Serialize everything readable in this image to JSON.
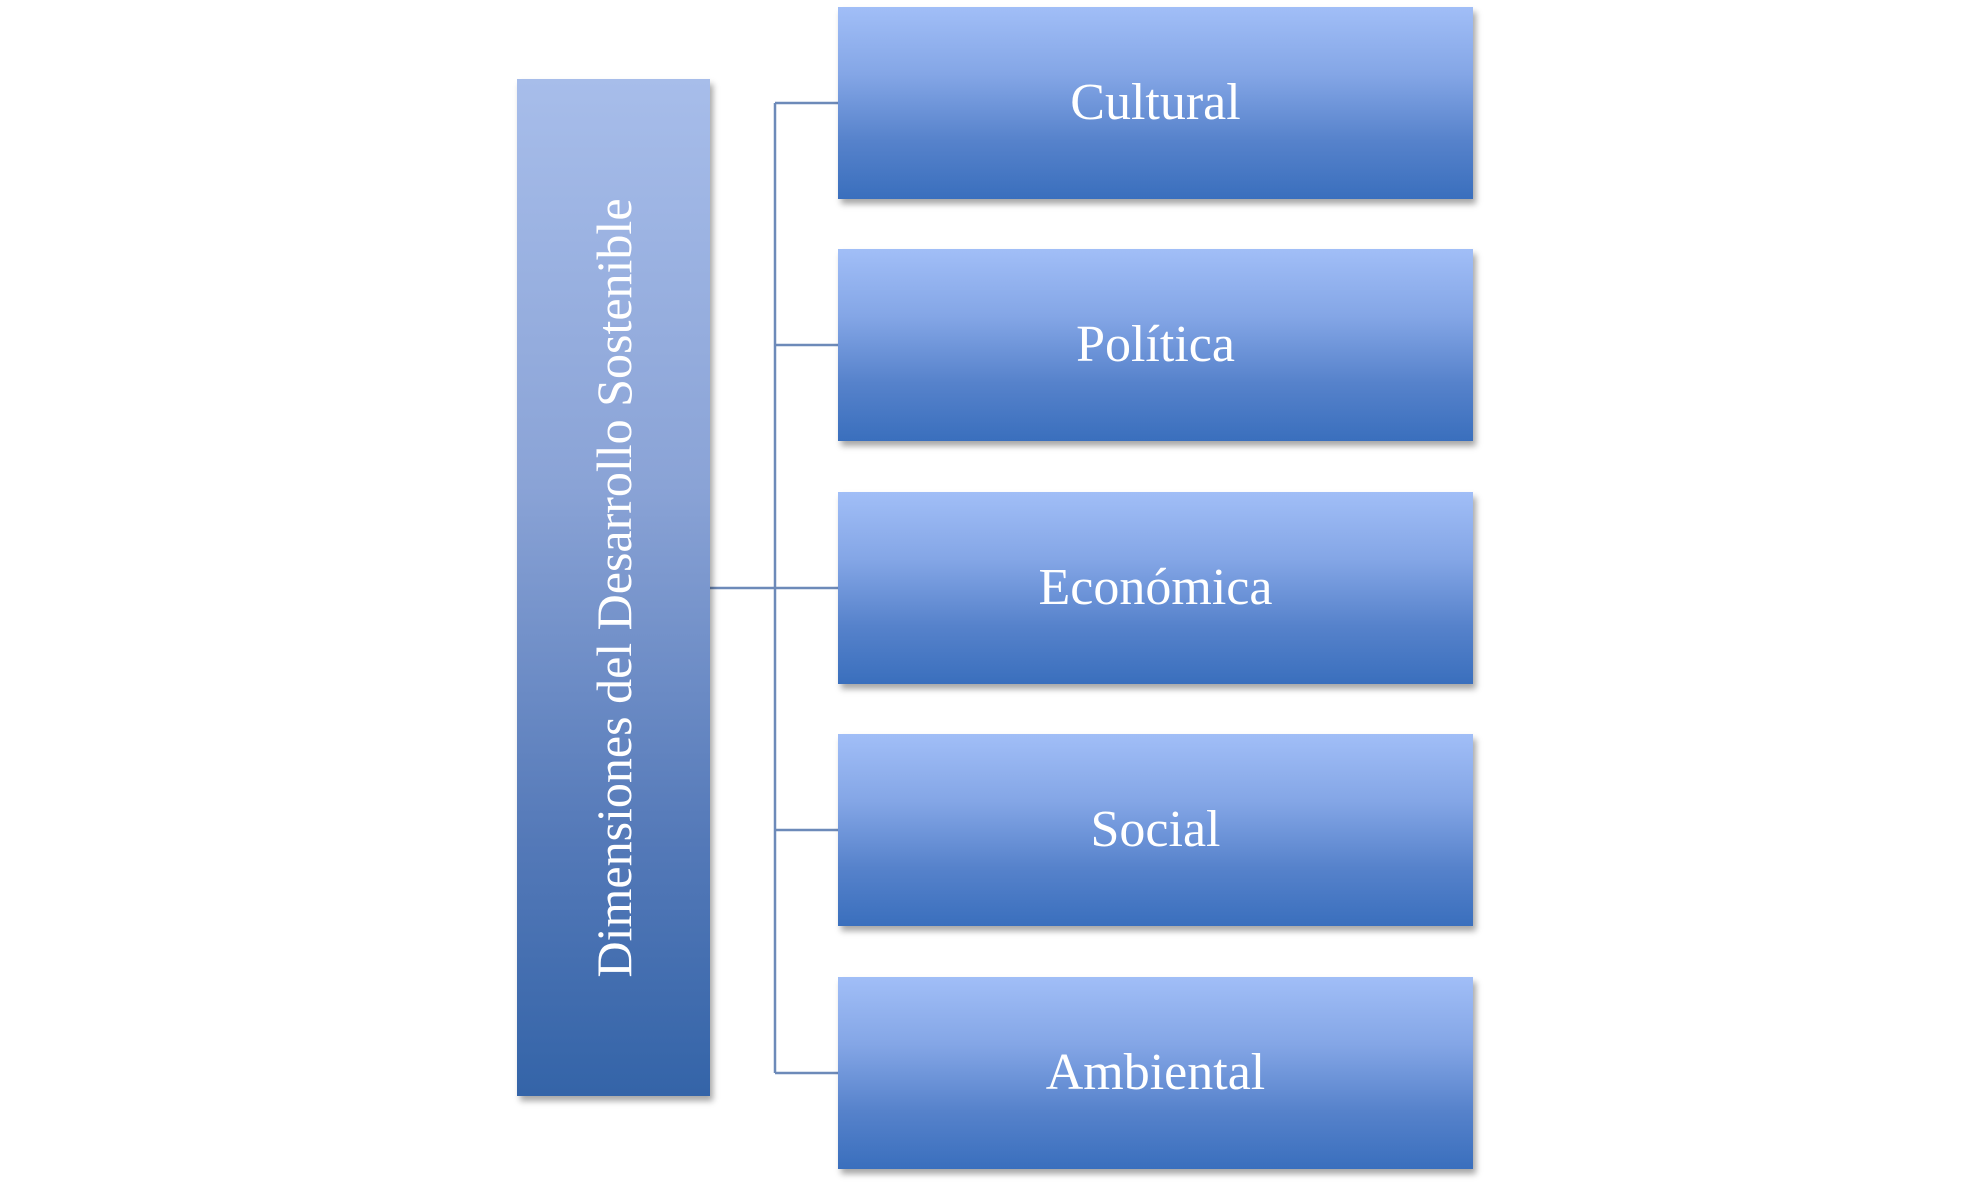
{
  "root": {
    "label": "Dimensiones del Desarrollo Sostenible"
  },
  "children": [
    {
      "label": "Cultural"
    },
    {
      "label": "Política"
    },
    {
      "label": "Económica"
    },
    {
      "label": "Social"
    },
    {
      "label": "Ambiental"
    }
  ],
  "colors": {
    "box_top": "#a1bef7",
    "box_bottom": "#3a6fbd",
    "connector": "#6d8ab9",
    "text": "#ffffff"
  }
}
